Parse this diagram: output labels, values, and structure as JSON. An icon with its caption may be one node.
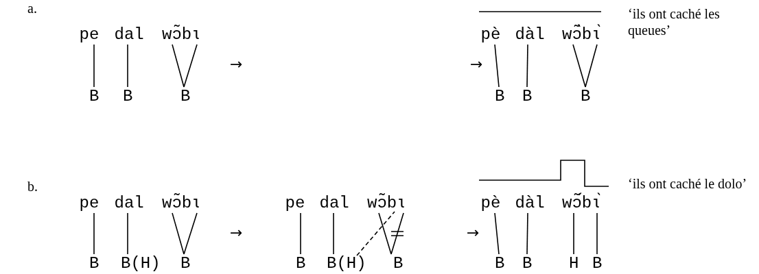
{
  "diagram": {
    "nodes": [
      {
        "text": [
          "pe"
        ]
      },
      {
        "text": [
          "dal"
        ]
      },
      {
        "text": [
          "wɔ̃bɩ"
        ]
      },
      {
        "text": [
          "B"
        ]
      },
      {
        "text": [
          "B"
        ]
      },
      {
        "text": [
          "B"
        ]
      },
      {
        "text": [
          "pè"
        ]
      },
      {
        "text": [
          "dàl"
        ]
      },
      {
        "text": [
          "wɔ̃̀bɩ̀"
        ]
      },
      {
        "text": [
          "B"
        ]
      },
      {
        "text": [
          "B"
        ]
      },
      {
        "text": [
          "B"
        ]
      },
      {
        "text": [
          "pe"
        ]
      },
      {
        "text": [
          "dal"
        ]
      },
      {
        "text": [
          "wɔ̃bɩ"
        ]
      },
      {
        "text": [
          "B"
        ]
      },
      {
        "text": [
          "B(H)"
        ]
      },
      {
        "text": [
          "B"
        ]
      },
      {
        "text": [
          "pe"
        ]
      },
      {
        "text": [
          "dal"
        ]
      },
      {
        "text": [
          "wɔ̃bɩ"
        ]
      },
      {
        "text": [
          "B"
        ]
      },
      {
        "text": [
          "B(H)"
        ]
      },
      {
        "text": [
          "B"
        ]
      },
      {
        "text": [
          "pè"
        ]
      },
      {
        "text": [
          "dàl"
        ]
      },
      {
        "text": [
          "wɔ̃́bɩ̀"
        ]
      },
      {
        "text": [
          "B"
        ]
      },
      {
        "text": [
          "B"
        ]
      },
      {
        "text": [
          "H"
        ]
      },
      {
        "text": [
          "B"
        ]
      }
    ],
    "edges": [
      {
        "from": 0,
        "to": 3,
        "arrow": "none"
      },
      {
        "from": 1,
        "to": 4,
        "arrow": "none"
      },
      {
        "from": 2,
        "to": 5,
        "arrow": "none"
      },
      {
        "from": 2,
        "to": 5,
        "arrow": "none"
      },
      {
        "from": 6,
        "to": 9,
        "arrow": "none"
      },
      {
        "from": 7,
        "to": 10,
        "arrow": "none"
      },
      {
        "from": 8,
        "to": 11,
        "arrow": "none"
      },
      {
        "from": 8,
        "to": 11,
        "arrow": "none"
      },
      {
        "from": 12,
        "to": 15,
        "arrow": "none"
      },
      {
        "from": 13,
        "to": 16,
        "arrow": "none"
      },
      {
        "from": 14,
        "to": 17,
        "arrow": "none"
      },
      {
        "from": 14,
        "to": 17,
        "arrow": "none"
      },
      {
        "from": 18,
        "to": 21,
        "arrow": "none"
      },
      {
        "from": 19,
        "to": 22,
        "arrow": "none"
      },
      {
        "from": 20,
        "to": 23,
        "arrow": "none"
      },
      {
        "from": 20,
        "to": 23,
        "arrow": "none"
      },
      {
        "from": 22,
        "to": 20,
        "arrow": "none",
        "style": "dashed"
      },
      {
        "from": 24,
        "to": 27,
        "arrow": "none"
      },
      {
        "from": 25,
        "to": 28,
        "arrow": "none"
      },
      {
        "from": 26,
        "to": 29,
        "arrow": "none"
      },
      {
        "from": 26,
        "to": 30,
        "arrow": "none"
      }
    ],
    "labels": [
      "a.",
      "→",
      "→",
      "‘ils ont caché les queues’",
      "b.",
      "→",
      "→",
      "‘ils ont caché le dolo’"
    ]
  }
}
